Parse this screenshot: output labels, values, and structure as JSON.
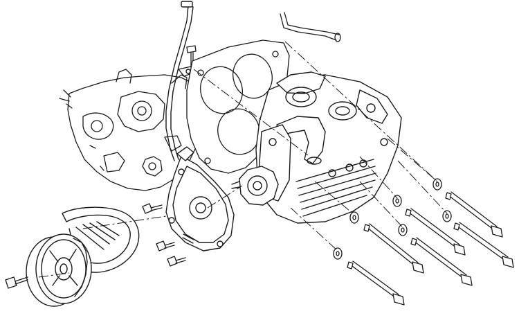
{
  "figure": {
    "kind": "exploded engine line drawing",
    "parts": {
      "engine_block": "engine-block-drawing",
      "cylinder_head": "cylinder-head-drawing",
      "head_gasket": "head-gasket-drawing",
      "dipstick_tube": "dipstick-tube-drawing",
      "belt_cover": "belt-cover-plate-drawing",
      "camshaft_sprocket": "camshaft-sprocket-drawing",
      "timing_belt": "timing-belt-drawing",
      "head_bolts": "head-bolt-drawing",
      "washers": "washer-drawing"
    },
    "colors": {
      "ink": "#1a1a1a",
      "paper": "#ffffff"
    }
  }
}
